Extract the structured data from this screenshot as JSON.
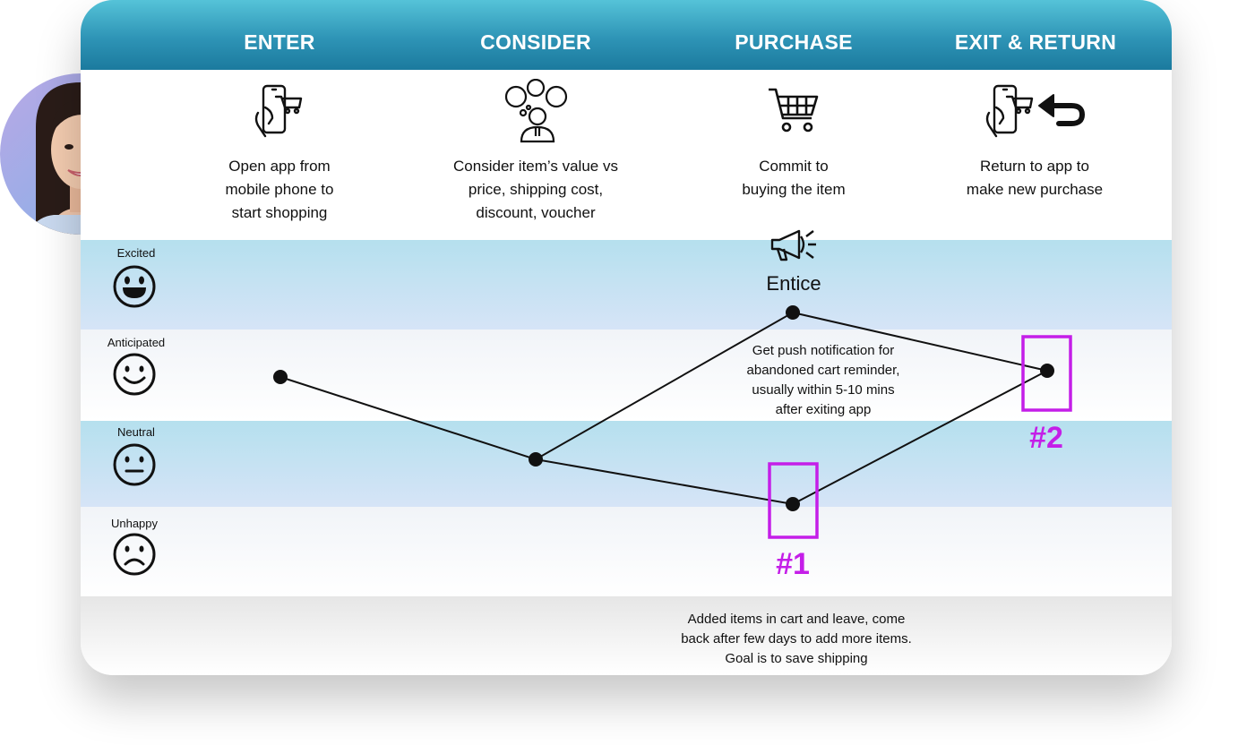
{
  "stages": [
    {
      "title": "ENTER",
      "description": [
        "Open app from",
        "mobile phone to",
        "start shopping"
      ],
      "icon": "phone-cart-icon"
    },
    {
      "title": "CONSIDER",
      "description": [
        "Consider item’s value vs",
        "price, shipping cost,",
        "discount, voucher"
      ],
      "icon": "thinking-person-icon"
    },
    {
      "title": "PURCHASE",
      "description": [
        "Commit to",
        "buying the item"
      ],
      "icon": "shopping-cart-icon"
    },
    {
      "title": "EXIT & RETURN",
      "description": [
        "Return to app to",
        "make new purchase"
      ],
      "icon": "phone-cart-return-icon"
    }
  ],
  "moods": [
    "Excited",
    "Anticipated",
    "Neutral",
    "Unhappy"
  ],
  "entice": {
    "label": "Entice",
    "icon": "megaphone-icon",
    "note": [
      "Get push notification for",
      "abandoned cart reminder,",
      "usually within 5-10 mins",
      "after exiting app"
    ]
  },
  "footer_note": [
    "Added items in cart and leave, come",
    "back after few days to add more items.",
    "Goal is to save shipping"
  ],
  "highlights": [
    "#1",
    "#2"
  ],
  "colors": {
    "header": "#2e94b6",
    "band": "#b5e0ee",
    "highlight": "#c41ee8",
    "line": "#111111"
  }
}
